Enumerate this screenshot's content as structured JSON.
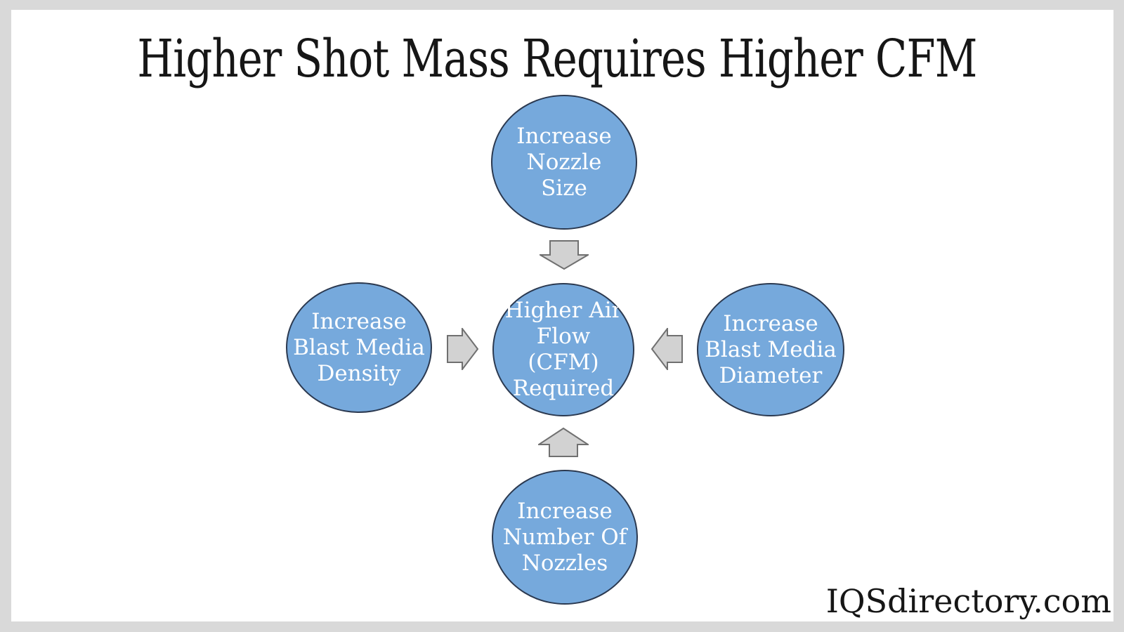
{
  "title": "Higher Shot Mass Requires Higher CFM",
  "watermark": "IQSdirectory.com",
  "colors": {
    "frame": "#d9d9d9",
    "canvas": "#ffffff",
    "title_color": "#161616",
    "circle_fill": "#76a9dc",
    "circle_border": "#2b3950",
    "circle_text": "#ffffff",
    "arrow_fill": "#d2d2d2",
    "arrow_border": "#707070"
  },
  "diagram": {
    "center": {
      "label": "Higher Air\nFlow\n(CFM)\nRequired"
    },
    "top": {
      "label": "Increase\nNozzle\nSize"
    },
    "left": {
      "label": "Increase\nBlast Media\nDensity"
    },
    "right": {
      "label": "Increase\nBlast Media\nDiameter"
    },
    "bottom": {
      "label": "Increase\nNumber Of\nNozzles"
    }
  }
}
